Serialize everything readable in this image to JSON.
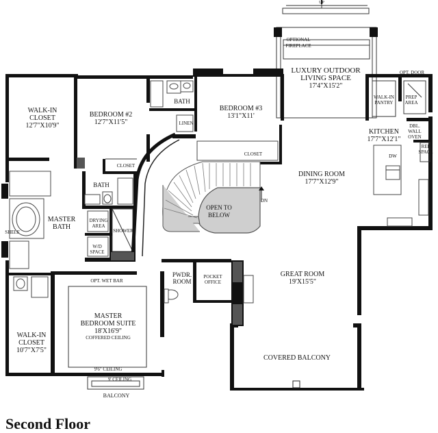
{
  "title": "Second Floor",
  "markers": {
    "up": "UP",
    "down": "DN"
  },
  "rooms": {
    "outdoor": {
      "name1": "LUXURY OUTDOOR",
      "name2": "LIVING SPACE",
      "size": "17'4\"X15'2\""
    },
    "fireplace": {
      "line1": "OPTIONAL",
      "line2": "FIREPLACE"
    },
    "optdoor": "OPT. DOOR",
    "walkin_closet_1": {
      "name1": "WALK-IN",
      "name2": "CLOSET",
      "size": "12'7\"X10'9\""
    },
    "bedroom2": {
      "name": "BEDROOM #2",
      "size": "12'7\"X11'5\""
    },
    "bath_upper": "BATH",
    "linen": "LINEN",
    "bedroom3": {
      "name": "BEDROOM #3",
      "size": "13'1\"X11'"
    },
    "closet_b3": "CLOSET",
    "closet_b2": "CLOSET",
    "walkin_pantry": {
      "line1": "WALK-IN",
      "line2": "PANTRY"
    },
    "prep_area": {
      "line1": "PREP",
      "line2": "AREA"
    },
    "kitchen": {
      "name": "KITCHEN",
      "size": "17'7\"X12'1\""
    },
    "dbl_wall_oven": {
      "line1": "DBL.",
      "line2": "WALL",
      "line3": "OVEN"
    },
    "ref_space": {
      "line1": "REF",
      "line2": "SPACE"
    },
    "dw": "DW",
    "dining": {
      "name": "DINING ROOM",
      "size": "17'7\"X12'9\""
    },
    "bath_lower": "BATH",
    "master_bath": {
      "name1": "MASTER",
      "name2": "BATH"
    },
    "shelf": "SHELF",
    "drying_area": {
      "line1": "DRYING",
      "line2": "AREA"
    },
    "shower": "SHOWER",
    "wd_space": {
      "line1": "W/D",
      "line2": "SPACE"
    },
    "open_to_below": {
      "line1": "OPEN TO",
      "line2": "BELOW"
    },
    "opt_wet_bar": "OPT. WET BAR",
    "pwdr_room": {
      "line1": "PWDR.",
      "line2": "ROOM"
    },
    "pocket_office": {
      "line1": "POCKET",
      "line2": "OFFICE"
    },
    "great_room": {
      "name": "GREAT ROOM",
      "size": "19'X15'5\""
    },
    "master_suite": {
      "name1": "MASTER",
      "name2": "BEDROOM SUITE",
      "size": "18'X16'9\"",
      "note": "COFFERED CEILING"
    },
    "walkin_closet_2": {
      "name1": "WALK-IN",
      "name2": "CLOSET",
      "size": "10'7\"X7'5\""
    },
    "ceiling_96": "9'6\" CEILING",
    "ceiling_9": "9' CEILING",
    "balcony": "BALCONY",
    "covered_balcony": "COVERED BALCONY"
  }
}
